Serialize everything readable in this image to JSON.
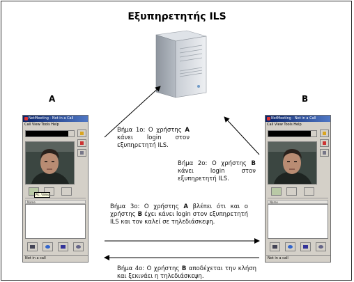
{
  "diagram": {
    "title": "Εξυπηρετητής ILS",
    "participant_a": "A",
    "participant_b": "B",
    "steps": [
      {
        "prefix": "Βήμα 1ο: Ο χρήστης ",
        "user": "A",
        "suffix": " κάνει login στον εξυπηρετητή ILS."
      },
      {
        "prefix": "Βήμα 2ο: Ο χρήστης ",
        "user": "B",
        "suffix": " κάνει login στον εξυπηρετητή ILS."
      },
      {
        "prefix": "Βήμα 3ο: Ο χρήστης ",
        "user": "A",
        "suffix": " βλέπει ότι και ο χρήστης ",
        "user2": "B",
        "suffix2": " έχει κάνει login στον εξυπηρετητή ILS και τον καλεί σε τηλεδιάσκεψη."
      },
      {
        "prefix": "Βήμα 4ο: Ο χρήστης ",
        "user": "B",
        "suffix": " αποδέχεται την κλήση και ξεκινάει η τηλεδιάσκεψη."
      }
    ]
  },
  "netmeeting": {
    "title": "NetMeeting - Not in a Call",
    "menu": "Call  View  Tools  Help",
    "list_header": "Name",
    "status": "Not in a call",
    "tooltip": "Pic. Video"
  }
}
